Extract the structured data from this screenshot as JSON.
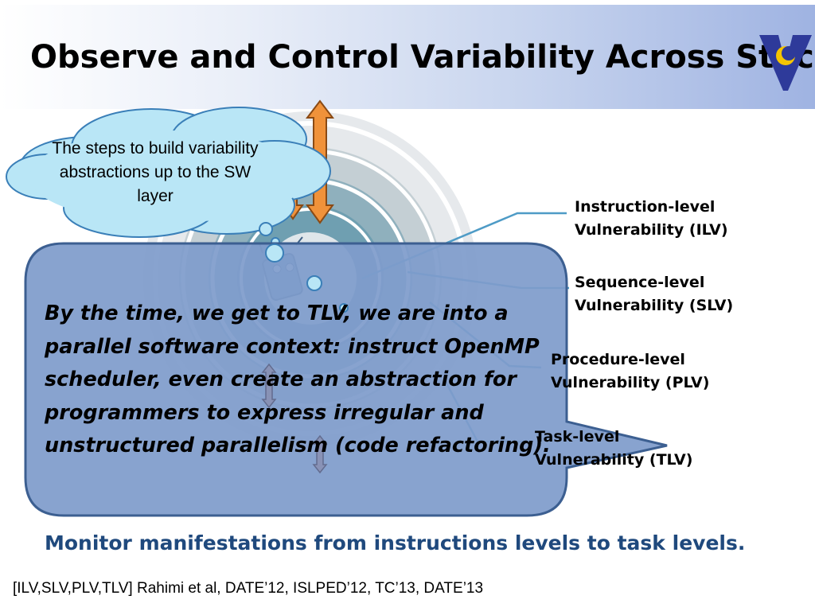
{
  "slide": {
    "title": "Observe and Control Variability Across Stack",
    "cloud_text": "The steps to build variability abstractions up to the SW layer",
    "levels": [
      {
        "line1": "Instruction-level",
        "line2": "Vulnerability (ILV)"
      },
      {
        "line1": "Sequence-level",
        "line2": "Vulnerability (SLV)"
      },
      {
        "line1": "Procedure-level",
        "line2": "Vulnerability (PLV)"
      },
      {
        "line1": "Task-level",
        "line2": "Vulnerability (TLV)"
      }
    ],
    "callout_text": "By the time, we get to TLV, we are into a parallel software context: instruct OpenMP scheduler, even create an abstraction for programmers to express irregular and unstructured parallelism (code refactoring).",
    "monitor_text": "Monitor manifestations from instructions levels to task levels.",
    "reference": "[ILV,SLV,PLV,TLV] Rahimi et al, DATE’12, ISLPED’12, TC’13, DATE’13"
  },
  "colors": {
    "callout_fill": "#7f9ccb",
    "callout_border": "#3c5f91",
    "monitor_text": "#1f497d",
    "arrow_orange": "#f0923a",
    "logo_blue": "#2e3a9a",
    "logo_yellow": "#f5c400"
  }
}
